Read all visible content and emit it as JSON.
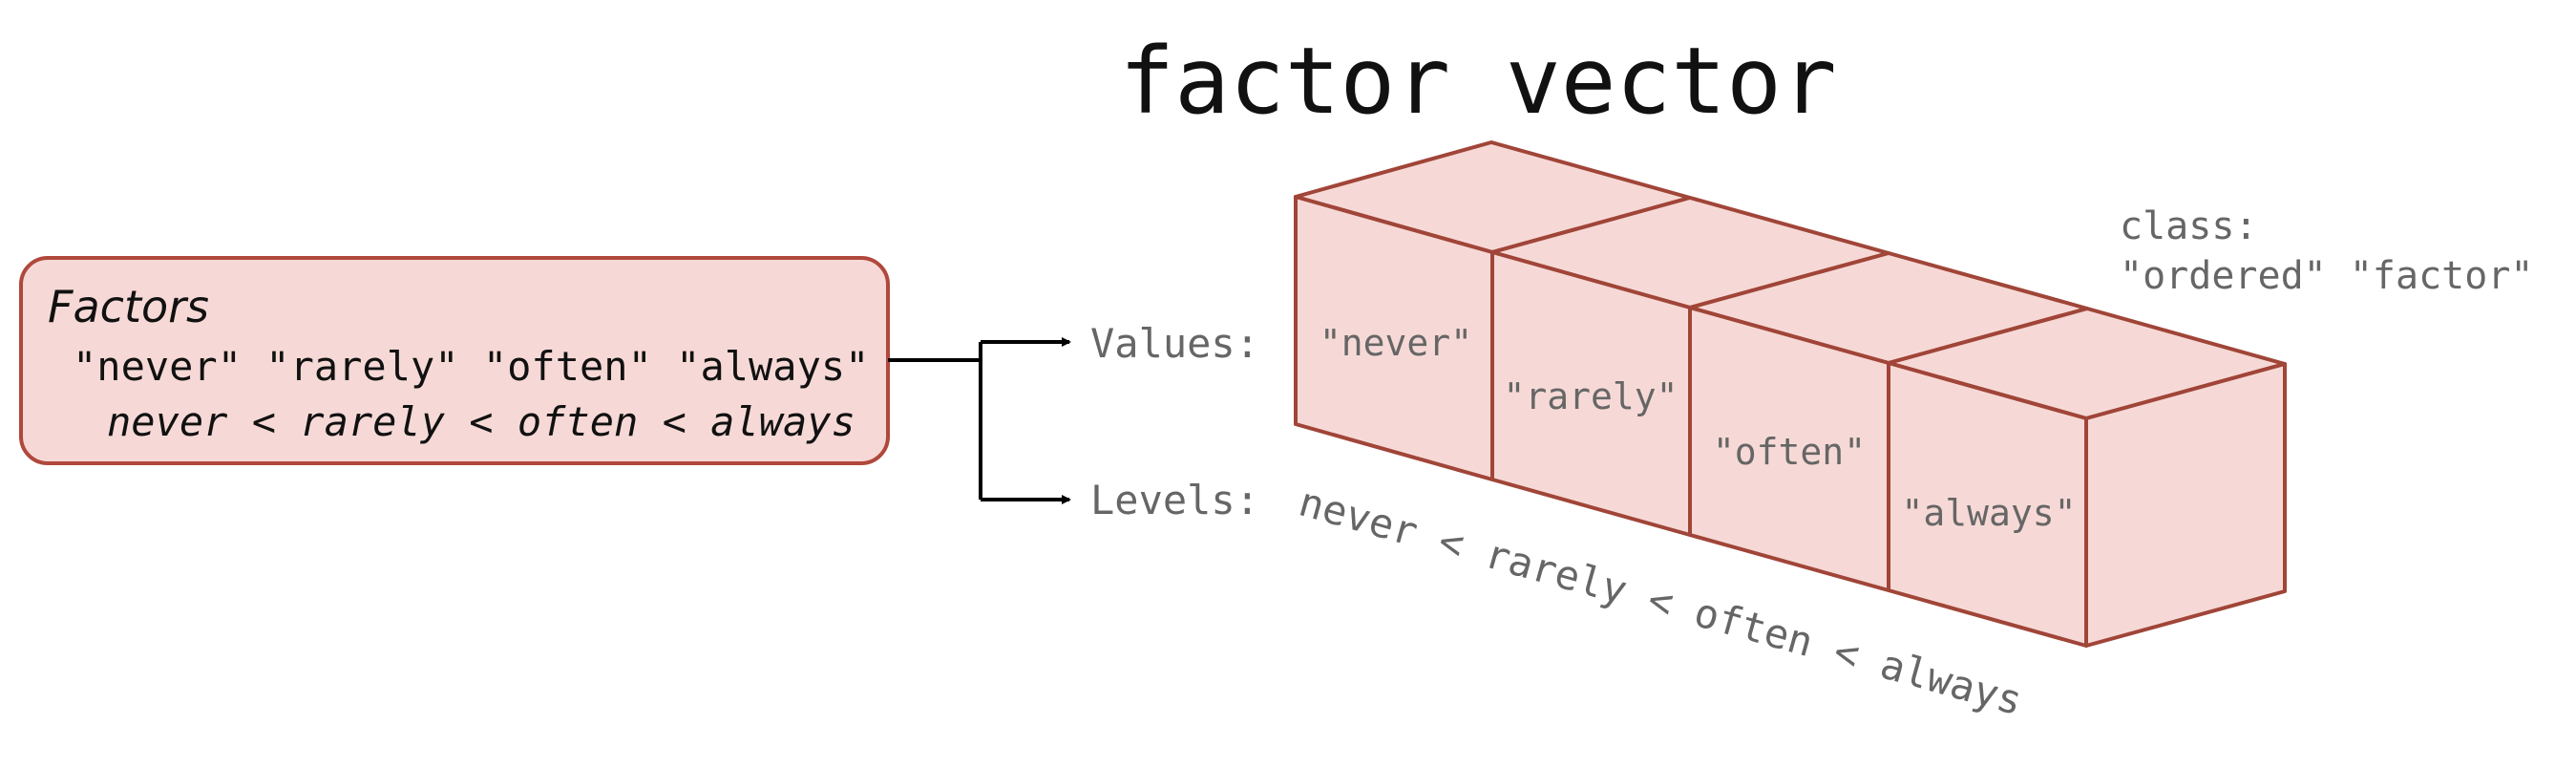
{
  "title": "factor vector",
  "factors_box": {
    "heading": "Factors",
    "values_line": "\"never\" \"rarely\" \"often\" \"always\"",
    "order_line": "never < rarely < often < always"
  },
  "labels": {
    "values": "Values:",
    "levels": "Levels:"
  },
  "levels_text": "never < rarely < often < always",
  "cells": [
    "\"never\"",
    "\"rarely\"",
    "\"often\"",
    "\"always\""
  ],
  "class_info": {
    "label": "class:",
    "value": "\"ordered\" \"factor\""
  },
  "colors": {
    "cube_fill": "#f6d9d6",
    "cube_stroke": "#a04538",
    "box_fill": "#f6d9d6",
    "box_stroke": "#b0483c",
    "label_gray": "#666666",
    "arrow": "#000000"
  }
}
